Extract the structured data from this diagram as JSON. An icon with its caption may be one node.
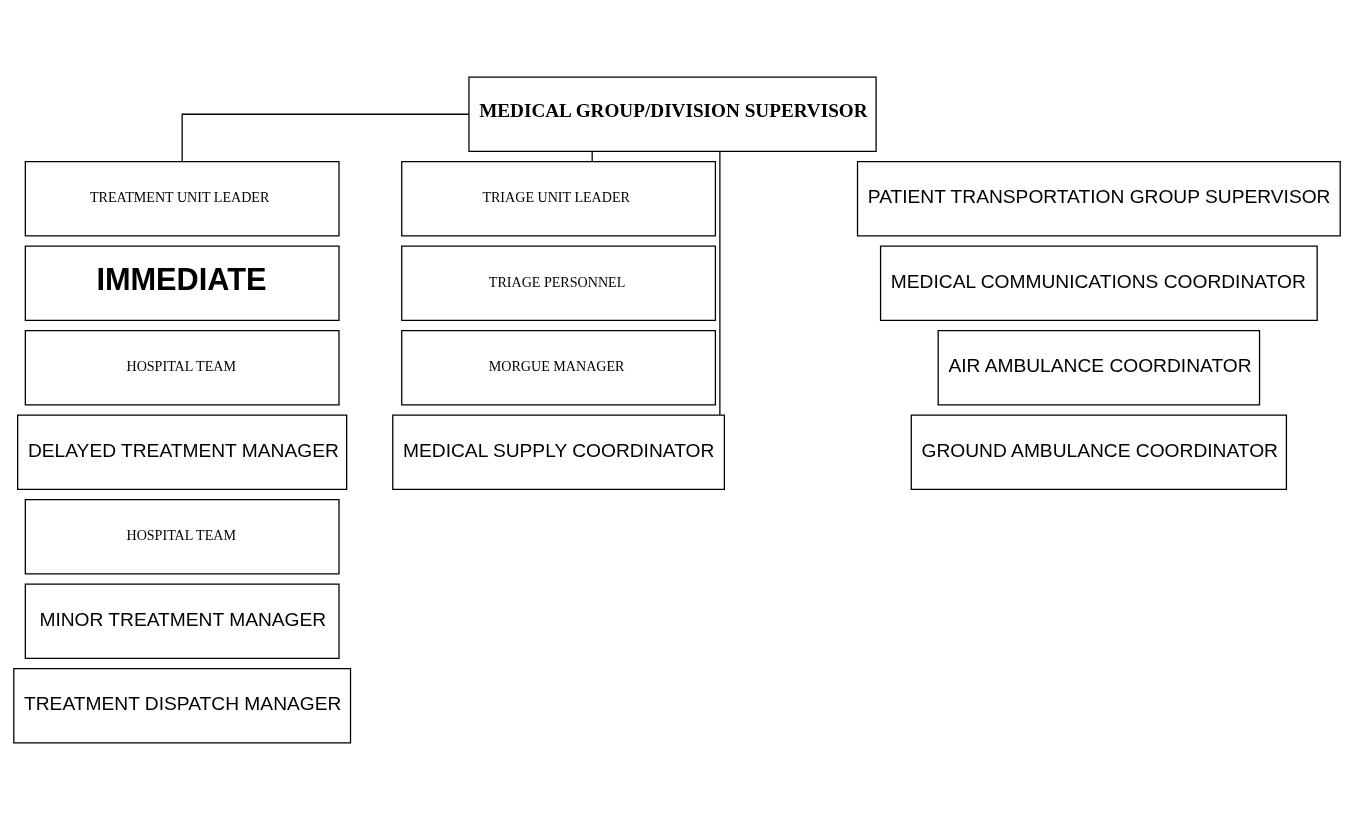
{
  "diagram": {
    "nodes": [
      {
        "text": [
          "MEDICAL GROUP/DIVISION SUPERVISOR"
        ]
      },
      {
        "text": [
          "TREATMENT UNIT LEADER"
        ]
      },
      {
        "text": [
          "IMMEDIATE"
        ]
      },
      {
        "text": [
          "HOSPITAL TEAM"
        ]
      },
      {
        "text": [
          "DELAYED TREATMENT MANAGER"
        ]
      },
      {
        "text": [
          "HOSPITAL TEAM"
        ]
      },
      {
        "text": [
          "MINOR TREATMENT MANAGER"
        ]
      },
      {
        "text": [
          "TREATMENT DISPATCH MANAGER"
        ]
      },
      {
        "text": [
          "TRIAGE UNIT LEADER"
        ]
      },
      {
        "text": [
          "TRIAGE PERSONNEL"
        ]
      },
      {
        "text": [
          "MORGUE MANAGER"
        ]
      },
      {
        "text": [
          "MEDICAL SUPPLY COORDINATOR"
        ]
      },
      {
        "text": [
          "PATIENT TRANSPORTATION GROUP SUPERVISOR"
        ]
      },
      {
        "text": [
          "MEDICAL COMMUNICATIONS COORDINATOR"
        ]
      },
      {
        "text": [
          "AIR AMBULANCE COORDINATOR"
        ]
      },
      {
        "text": [
          "GROUND AMBULANCE COORDINATOR"
        ]
      }
    ],
    "edges": [
      {
        "from": 0,
        "to": 1,
        "arrow": "none"
      },
      {
        "from": 0,
        "to": 8,
        "arrow": "none"
      },
      {
        "from": 0,
        "to": 11,
        "arrow": "none"
      }
    ]
  }
}
